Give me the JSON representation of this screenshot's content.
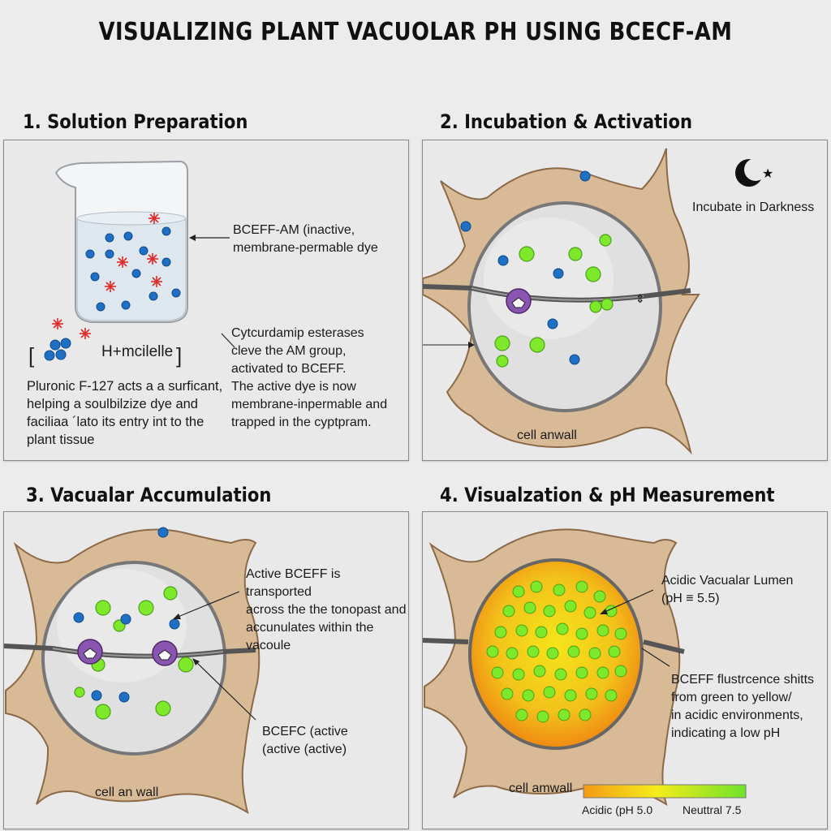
{
  "title": "VISUALIZING PLANT VACUOLAR PH USING BCECF-AM",
  "panels": [
    {
      "heading": "1. Solution Preparation",
      "dye_label": "BCEFF-AM (inactive,\nmembrane-permable dye",
      "micelle_label": "H+mcilelle",
      "pluronic_text": "Pluronic F-127 acts a a surficant,\nhelping a soulbilzize dye and\nfaciliaa ´lato its entry int to the\nplant tissue",
      "esterase_text": "Cytcurdamip esterases\ncleve the AM group,\nactivated to BCEFF.\nThe active dye is now\nmembrane-inpermable and\ntrapped in the cyptpram."
    },
    {
      "heading": "2. Incubation & Activation",
      "incubate_label": "Incubate in Darkness",
      "wall_label": "cell anwall"
    },
    {
      "heading": "3. Vacualar Accumulation",
      "transport_text": "Active BCEFF is transported\nacross the the tonopast and\naccunulates within the vacoule",
      "active_label": "BCEFC (active\n(active (active)",
      "wall_label": "cell an wall"
    },
    {
      "heading": "4. Visualzation & pH Measurement",
      "lumen_label": "Acidic Vacualar Lumen\n(pH ≡ 5.5)",
      "shift_text": "BCEFF flustrcence shitts\nfrom green to yellow/\nin acidic environments,\nindicating a low pH",
      "wall_label": "cell amwall",
      "scale_left": "Acidic (pH 5.0",
      "scale_right": "Neuttral 7.5"
    }
  ],
  "colors": {
    "wall": "#d8bb96",
    "wall_stroke": "#8c6a48",
    "vacuole": "#e2e2e2",
    "blue_dot": "#1f6fc5",
    "green_dot": "#7ee82a",
    "red_star": "#e02828",
    "transporter": "#8a55b0",
    "acidic_orange": "#f39a14",
    "acidic_yellow": "#f5e51a"
  }
}
